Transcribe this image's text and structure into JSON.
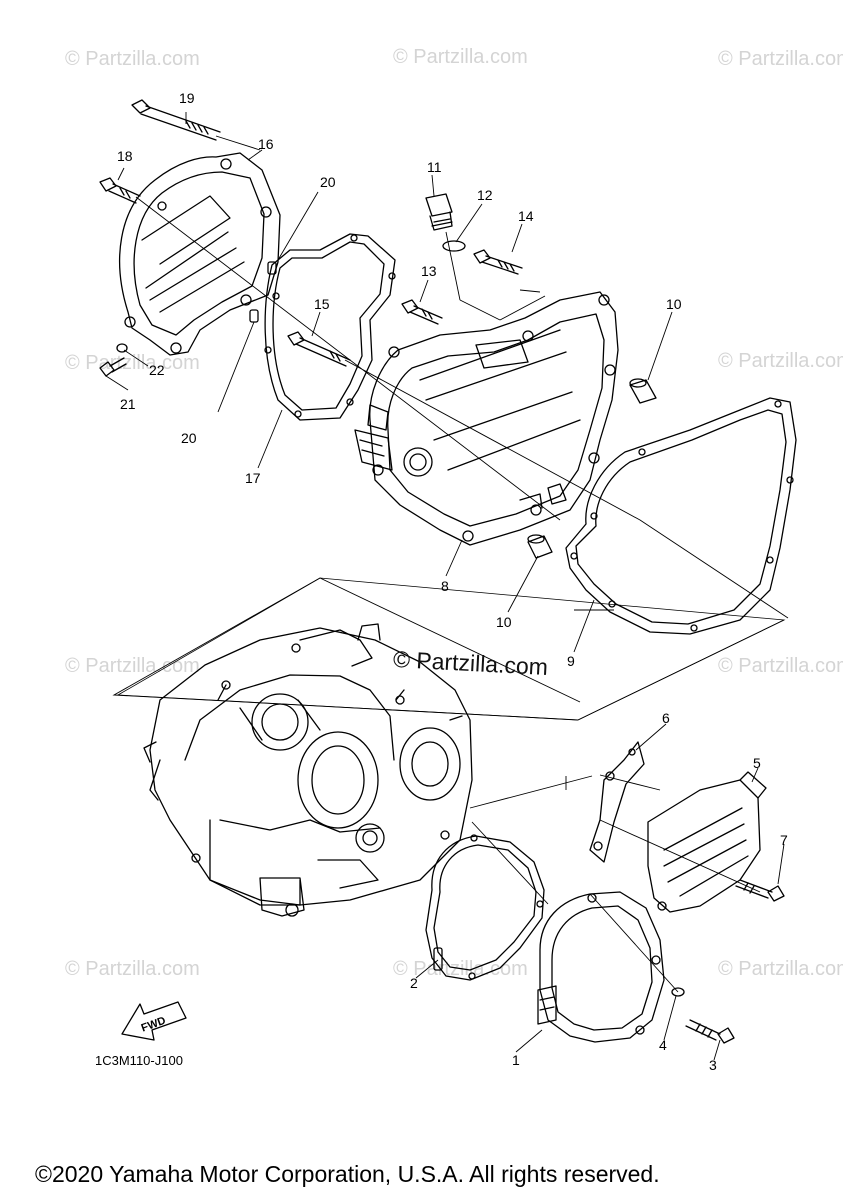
{
  "watermark": "© Partzilla.com",
  "center_watermark": "© Partzilla.com",
  "callouts": [
    "1",
    "2",
    "3",
    "4",
    "5",
    "6",
    "7",
    "8",
    "9",
    "10",
    "10",
    "11",
    "12",
    "13",
    "14",
    "15",
    "16",
    "17",
    "18",
    "19",
    "20",
    "20",
    "21",
    "22"
  ],
  "fwd_label": "FWD",
  "diagram_code": "1C3M110-J100",
  "copyright": "©2020 Yamaha Motor Corporation, U.S.A. All rights reserved."
}
